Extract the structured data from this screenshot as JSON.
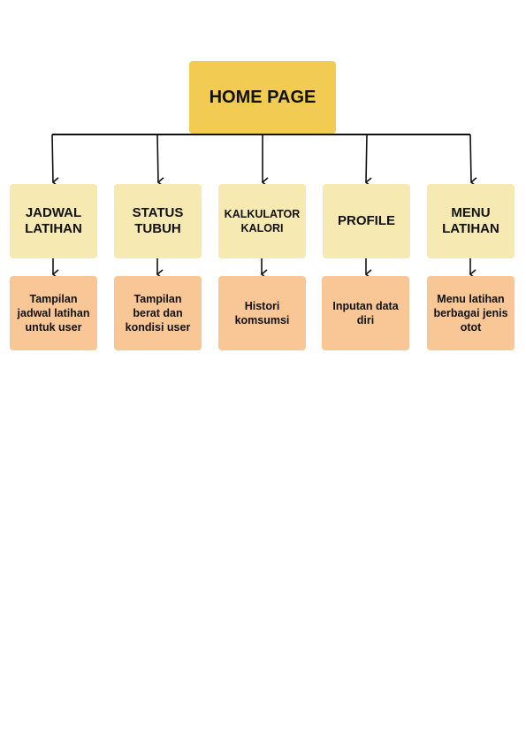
{
  "root": {
    "label": "HOME PAGE"
  },
  "columns": [
    {
      "category": "JADWAL\nLATIHAN",
      "detail": "Tampilan\njadwal latihan\nuntuk user"
    },
    {
      "category": "STATUS\nTUBUH",
      "detail": "Tampilan\nberat dan\nkondisi user"
    },
    {
      "category": "KALKULATOR\nKALORI",
      "detail": "Histori\nkomsumsi"
    },
    {
      "category": "PROFILE",
      "detail": "Inputan data\ndiri"
    },
    {
      "category": "MENU\nLATIHAN",
      "detail": "Menu latihan\nberbagai jenis\notot"
    }
  ],
  "colors": {
    "root": "#f2cb52",
    "category": "#f7e9b2",
    "detail": "#f8c795",
    "line": "#111111"
  }
}
